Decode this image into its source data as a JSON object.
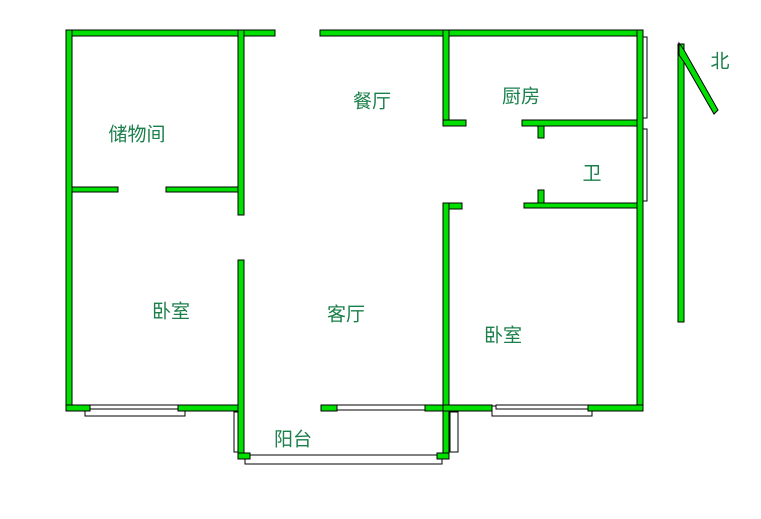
{
  "rooms": {
    "storage": "储物间",
    "dining": "餐厅",
    "kitchen": "厨房",
    "bathroom": "卫",
    "bedroom_left": "卧室",
    "living": "客厅",
    "bedroom_right": "卧室",
    "balcony": "阳台"
  },
  "compass": {
    "label": "北"
  },
  "colors": {
    "wall": "#00e000",
    "text": "#1a7f4a"
  }
}
